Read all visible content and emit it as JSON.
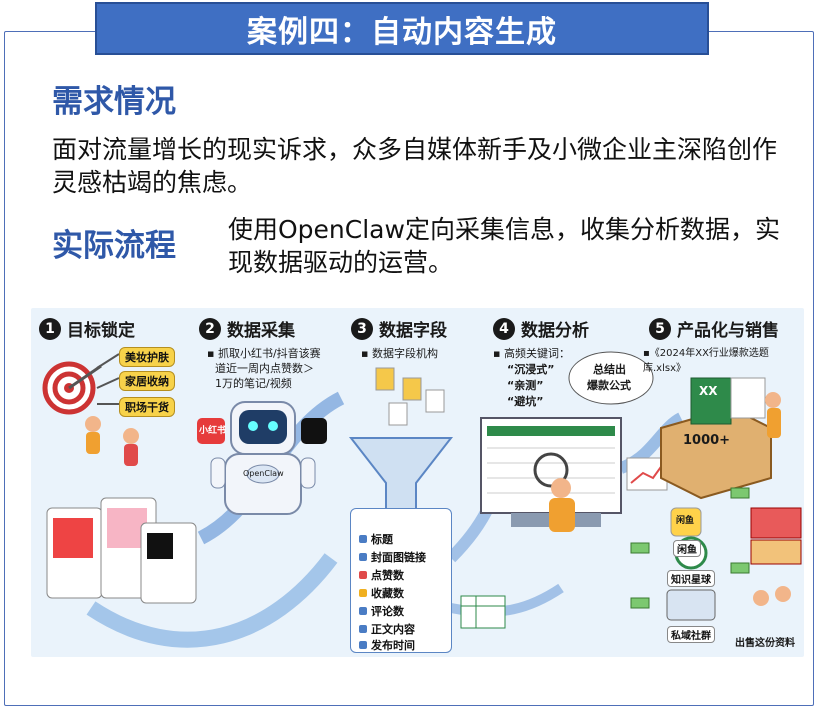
{
  "header": {
    "title": "案例四：自动内容生成"
  },
  "need": {
    "heading": "需求情况",
    "text": "面对流量增长的现实诉求，众多自媒体新手及小微企业主深陷创作灵感枯竭的焦虑。"
  },
  "flow": {
    "heading": "实际流程",
    "text": "使用OpenClaw定向采集信息，收集分析数据，实现数据驱动的运营。"
  },
  "infographic": {
    "steps": [
      {
        "num": "1",
        "label": "目标锁定"
      },
      {
        "num": "2",
        "label": "数据采集"
      },
      {
        "num": "3",
        "label": "数据字段"
      },
      {
        "num": "4",
        "label": "数据分析"
      },
      {
        "num": "5",
        "label": "产品化与销售"
      }
    ],
    "step1_tags": [
      "美妆护肤",
      "家居收纳",
      "职场干货"
    ],
    "step2_desc": [
      "▪ 抓取小红书/抖音该赛",
      "道近一周内点赞数＞",
      "1万的笔记/视频"
    ],
    "step2_app_label": "小红书",
    "robot_label": "OpenClaw",
    "step3_desc": "▪ 数据字段机构",
    "step3_fields": [
      "标题",
      "封面图链接",
      "点赞数",
      "收藏数",
      "评论数",
      "正文内容",
      "发布时间"
    ],
    "step4_desc": "▪ 高频关键词：",
    "step4_keywords": [
      "“沉浸式”",
      "“亲测”",
      "“避坑”"
    ],
    "step4_bubble": [
      "总结出",
      "爆款公式"
    ],
    "step5_desc": "▪《2024年XX行业爆款选题库.xlsx》",
    "box_label": "1000+",
    "box_sheet_label": "XX",
    "channels": [
      "闲鱼",
      "知识星球",
      "私域社群"
    ],
    "channel_icon_text": "闲鱼",
    "footer_caption": "出售这份资料"
  },
  "colors": {
    "banner": "#3f6fc3",
    "heading": "#2f58a8",
    "frame": "#4e6fb8",
    "infographic_bg": "#eaf3fb"
  }
}
